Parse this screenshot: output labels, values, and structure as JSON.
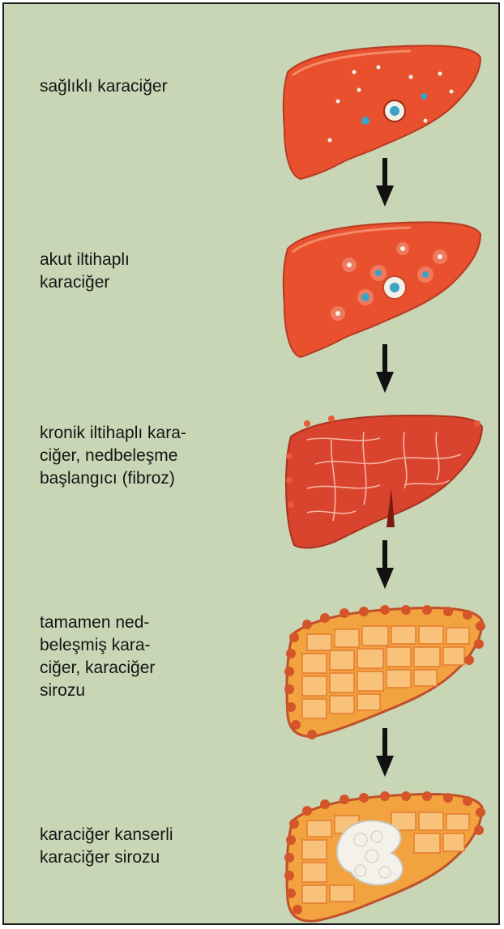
{
  "stages": [
    {
      "label": "sağlıklı karaciğer",
      "icon": "healthy-liver-icon"
    },
    {
      "label": "akut iltihaplı\nkaraciğer",
      "icon": "inflamed-liver-icon"
    },
    {
      "label": "kronik iltihaplı kara-\nciğer, nedbeleşme\nbaşlangıcı (fibroz)",
      "icon": "fibrosis-liver-icon"
    },
    {
      "label": "tamamen ned-\nbeleşmiş kara-\nciğer, karaciğer\nsirozu",
      "icon": "cirrhosis-liver-icon"
    },
    {
      "label": "karaciğer kanserli\nkaraciğer sirozu",
      "icon": "cancer-cirrhosis-liver-icon"
    }
  ],
  "colors": {
    "background": "#c9d6b6",
    "border": "#1c1c1c",
    "liver_healthy": "#e8502e",
    "liver_fibrosis": "#d9442e",
    "liver_cirrhosis": "#f2a23e",
    "nodule": "#d4552a",
    "tumor": "#f3f1ea",
    "arrow": "#111111"
  }
}
